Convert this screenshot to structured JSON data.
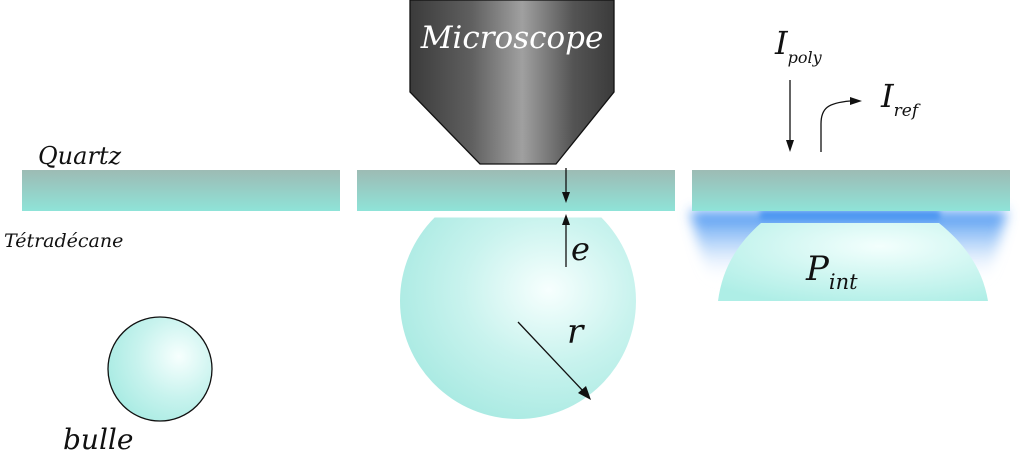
{
  "labels": {
    "microscope": "Microscope",
    "quartz": "Quartz",
    "tetradecane": "Tétradécane",
    "bubble": "bulle",
    "thickness": "e",
    "radius": "r",
    "pressure_main": "P",
    "pressure_sub": "int",
    "i_poly_main": "I",
    "i_poly_sub": "poly",
    "i_ref_main": "I",
    "i_ref_sub": "ref"
  },
  "colors": {
    "quartz_top": "#9dbbb4",
    "quartz_bottom": "#8fe3d8",
    "bubble_highlight": "#f7fffe",
    "bubble_edge": "#a9ebe3",
    "microscope_dark": "#3b3b3b",
    "microscope_light": "#a0a0a0",
    "glow": "#3a8cf0",
    "stroke": "#111111"
  }
}
